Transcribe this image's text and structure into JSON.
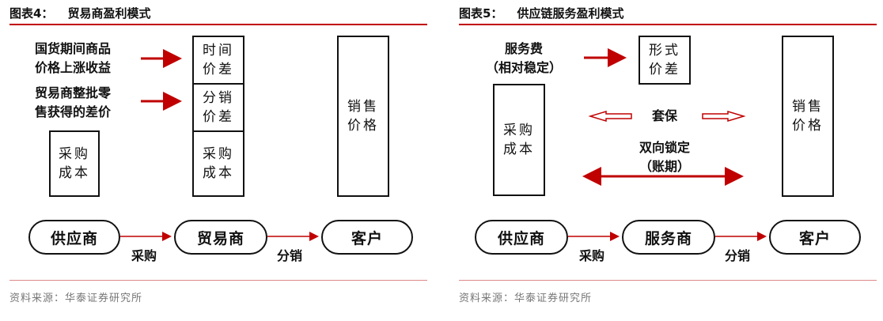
{
  "figure4": {
    "number": "图表4：",
    "title": "贸易商盈利模式",
    "left_labels": [
      "国货期间商品\n价格上涨收益",
      "贸易商整批零\n售获得的差价"
    ],
    "purchase_cost": "采购\n成本",
    "stack": [
      "时间\n价差",
      "分销\n价差",
      "采购\n成本"
    ],
    "sales_price": "销售\n价格",
    "flow": {
      "supplier": "供应商",
      "middle": "贸易商",
      "customer": "客户",
      "edge1": "采购",
      "edge2": "分销"
    },
    "source": "资料来源：华泰证券研究所"
  },
  "figure5": {
    "number": "图表5：",
    "title": "供应链服务盈利模式",
    "fee_label": "服务费\n（相对稳定）",
    "form_spread": "形式\n价差",
    "purchase_cost": "采购\n成本",
    "hedge": "套保",
    "lock": "双向锁定\n（账期）",
    "sales_price": "销售\n价格",
    "flow": {
      "supplier": "供应商",
      "middle": "服务商",
      "customer": "客户",
      "edge1": "采购",
      "edge2": "分销"
    },
    "source": "资料来源：华泰证券研究所"
  },
  "colors": {
    "accent": "#c00000"
  }
}
